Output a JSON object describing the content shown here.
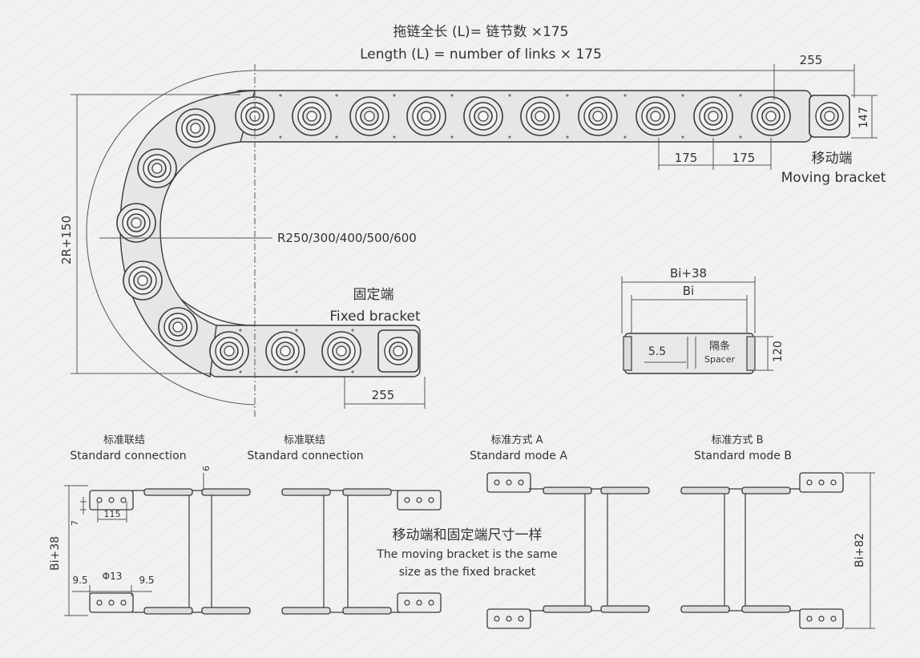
{
  "title": {
    "zh": "拖链全长 (L)= 链节数 ×175",
    "en": "Length (L) = number of links × 175"
  },
  "dimensions": {
    "moving_end_length": "255",
    "moving_end_height": "147",
    "link_pitch_1": "175",
    "link_pitch_2": "175",
    "fixed_end_length": "255",
    "overall_height": "2R+150",
    "radius": "R250/300/400/500/600",
    "outer_width": "Bi+38",
    "inner_width": "Bi",
    "spacer_gap": "5.5",
    "spacer_height": "120",
    "mount_gap": "6",
    "mount_offset": "7",
    "mount_hole_spacing": "115",
    "side_height_left": "Bi+38",
    "edge_left": "9.5",
    "hole_dia": "Φ13",
    "edge_right": "9.5",
    "side_height_right": "Bi+82"
  },
  "labels": {
    "moving_bracket_zh": "移动端",
    "moving_bracket_en": "Moving bracket",
    "fixed_bracket_zh": "固定端",
    "fixed_bracket_en": "Fixed bracket",
    "spacer_zh": "隔条",
    "spacer_en": "Spacer"
  },
  "connections": [
    {
      "zh": "标准联结",
      "en": "Standard connection"
    },
    {
      "zh": "标准联结",
      "en": "Standard connection"
    },
    {
      "zh": "标准方式 A",
      "en": "Standard mode A"
    },
    {
      "zh": "标准方式 B",
      "en": "Standard mode B"
    }
  ],
  "note": {
    "zh": "移动端和固定端尺寸一样",
    "en_line1": "The moving bracket is the same",
    "en_line2": "size as the fixed bracket"
  }
}
